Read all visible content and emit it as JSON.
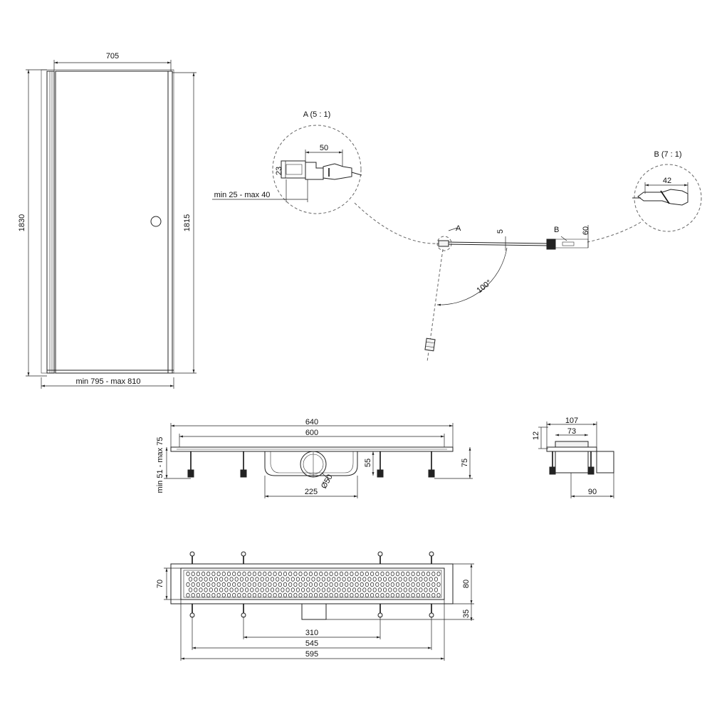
{
  "door_front": {
    "dim_opening_width": "705",
    "dim_total_height": "1830",
    "dim_glass_height": "1815",
    "dim_install_range": "min 795 - max 810"
  },
  "detail_a": {
    "title": "A (5 : 1)",
    "dim_width": "50",
    "dim_height": "23",
    "dim_adjust_range": "min 25 - max 40",
    "marker": "A"
  },
  "detail_b": {
    "title": "B (7 : 1)",
    "dim_width": "42",
    "marker": "B"
  },
  "plan_view": {
    "dim_thickness": "5",
    "dim_profile": "60",
    "angle": "100°"
  },
  "drain_side": {
    "dim_total_length": "640",
    "dim_grate_length": "600",
    "dim_height_range": "min 51 - max 75",
    "dim_body_depth": "55",
    "dim_total_height": "75",
    "dim_outlet_span": "225",
    "dim_outlet_diameter": "Ø50"
  },
  "drain_section": {
    "dim_top_width": "107",
    "dim_inner_width": "73",
    "dim_flange": "12",
    "dim_outlet_offset": "90"
  },
  "drain_top": {
    "dim_grate_width": "70",
    "dim_body_width": "80",
    "dim_outlet_length": "35",
    "dim_inner_legs": "310",
    "dim_mid_legs": "545",
    "dim_outer_length": "595"
  }
}
